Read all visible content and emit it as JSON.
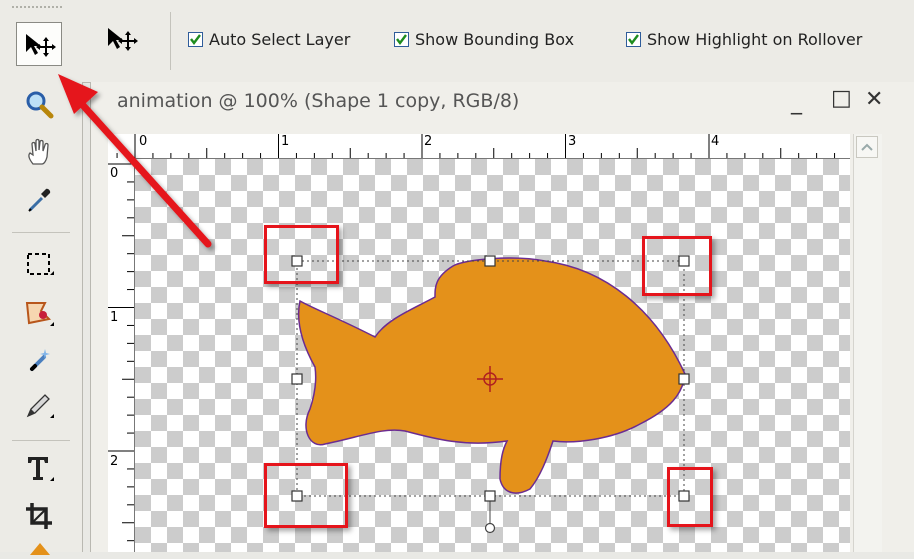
{
  "options_bar": {
    "auto_select_layer": "Auto Select Layer",
    "show_bounding_box": "Show Bounding Box",
    "show_highlight": "Show Highlight on Rollover"
  },
  "document": {
    "title": "animation @ 100% (Shape 1 copy, RGB/8)",
    "minimize": "_",
    "maximize": "□",
    "close": "✕"
  },
  "ruler_h": {
    "labels": [
      "0",
      "1",
      "2",
      "3",
      "4"
    ]
  },
  "ruler_v": {
    "labels": [
      "0",
      "1",
      "2"
    ]
  },
  "colors": {
    "fish": "#e4911a",
    "fish_outline": "#6b2c91",
    "highlight": "#e5141b",
    "arrow": "#e5141b"
  },
  "tools": [
    "move-tool",
    "zoom-tool",
    "hand-tool",
    "eyedropper-tool",
    "marquee-tool",
    "lasso-tool",
    "magic-wand-tool",
    "pencil-tool",
    "type-tool",
    "crop-tool"
  ]
}
